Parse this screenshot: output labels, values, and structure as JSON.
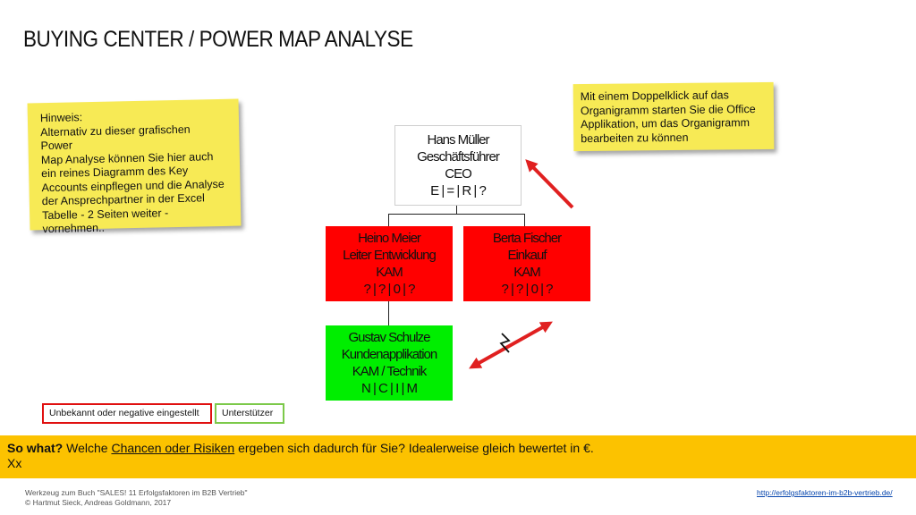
{
  "title": "BUYING CENTER / POWER MAP ANALYSE",
  "note_left": {
    "lines": [
      "Hinweis:",
      "Alternativ zu dieser grafischen Power",
      "Map Analyse können Sie hier auch",
      "ein reines Diagramm des Key",
      "Accounts einpflegen und die Analyse",
      "der Ansprechpartner in der Excel",
      "Tabelle - 2 Seiten weiter -",
      "vornehmen.."
    ]
  },
  "note_right": {
    "lines": [
      "Mit einem Doppelklick auf das",
      "Organigramm starten Sie die Office",
      "Applikation, um das Organigramm",
      "bearbeiten zu können"
    ]
  },
  "org": {
    "ceo": {
      "name": "Hans Müller",
      "role": "Geschäftsführer",
      "title": "CEO",
      "rating": "E | = | R | ?"
    },
    "heino": {
      "name": "Heino Meier",
      "role": "Leiter Entwicklung",
      "title": "KAM",
      "rating": "? | ? | 0 | ?"
    },
    "berta": {
      "name": "Berta Fischer",
      "role": "Einkauf",
      "title": "KAM",
      "rating": "? | ? | 0 | ?"
    },
    "gustav": {
      "name": "Gustav Schulze",
      "role": "Kundenapplikation",
      "title": "KAM / Technik",
      "rating": "N | C | I | M"
    }
  },
  "legend": {
    "negative": "Unbekannt oder negative eingestellt",
    "supporter": "Unterstützer"
  },
  "banner": {
    "bold": "So what?",
    "pre": " Welche ",
    "underlined": "Chancen oder Risiken",
    "post": " ergeben sich dadurch für Sie? Idealerweise gleich bewertet in €.",
    "line2": "Xx"
  },
  "footer": {
    "line1": "Werkzeug zum Buch \"SALES! 11 Erfolgsfaktoren im B2B Vertrieb\"",
    "line2": "© Hartmut Sieck, Andreas Goldmann, 2017",
    "link": "http://erfolgsfaktoren-im-b2b-vertrieb.de/"
  },
  "colors": {
    "note": "#f7ea55",
    "negative": "#ff0000",
    "supporter": "#00ee00",
    "banner": "#fcc200",
    "arrow": "#e02020"
  }
}
